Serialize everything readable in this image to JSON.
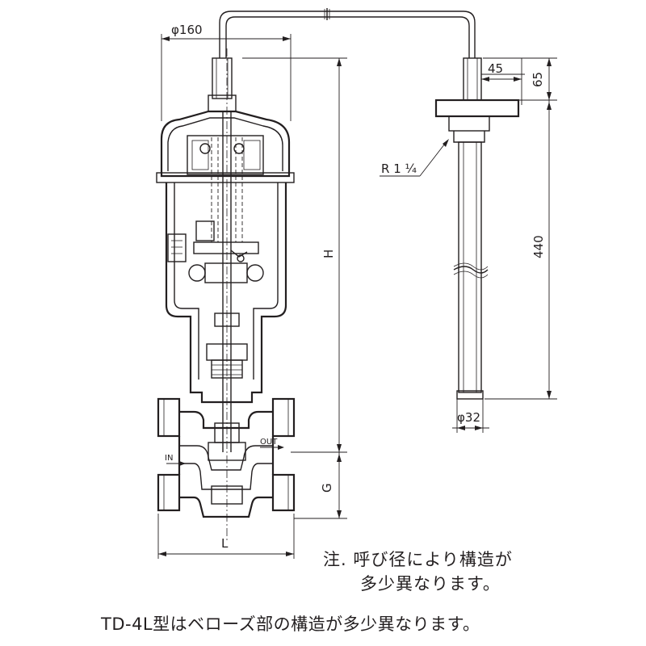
{
  "dimensions": {
    "phi160": "φ160",
    "d45": "45",
    "d65": "65",
    "d440": "440",
    "phi32": "φ32",
    "H": "H",
    "G": "G",
    "L": "L",
    "thread": "R 1 ¼"
  },
  "ports": {
    "in": "IN",
    "out": "OUT"
  },
  "notes": {
    "note_line1": "注.  呼び径により構造が",
    "note_line2": "多少異なります。",
    "model_note": "TD-4L型はベローズ部の構造が多少異なります。"
  }
}
